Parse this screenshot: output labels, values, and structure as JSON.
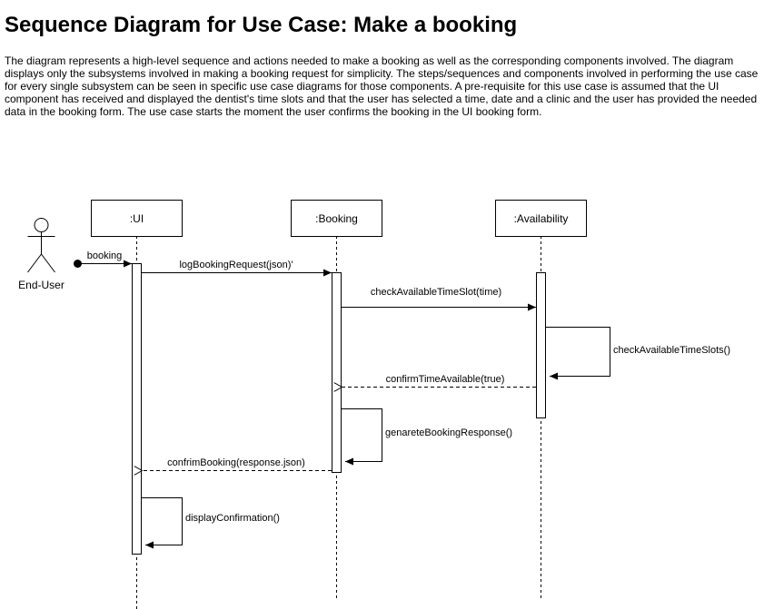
{
  "page": {
    "title": "Sequence Diagram for Use Case: Make a booking",
    "description": "The diagram represents a high-level sequence and actions needed to make a booking as well as the corresponding components involved. The diagram displays only the subsystems involved in making a booking request for simplicity. The steps/sequences and components involved in performing the use case for every single subsystem can be seen in specific use case diagrams for those components. A pre-requisite for this use case is assumed that the UI component has received and displayed the dentist's time slots and that the user has selected a time, date and a clinic and the user has provided the needed data in the booking form. The use case starts the moment the user confirms the booking in the UI booking form."
  },
  "diagram": {
    "actor": {
      "label": "End-User",
      "icon": "stick-figure-icon"
    },
    "lifelines": [
      {
        "label": ":UI"
      },
      {
        "label": ":Booking"
      },
      {
        "label": ":Availability"
      }
    ],
    "messages": [
      {
        "label": "booking",
        "kind": "found"
      },
      {
        "label": "logBookingRequest(json)'",
        "kind": "sync"
      },
      {
        "label": "checkAvailableTimeSlot(time)",
        "kind": "sync"
      },
      {
        "label": "checkAvailableTimeSlots()",
        "kind": "self"
      },
      {
        "label": "confirmTimeAvailable(true)",
        "kind": "return"
      },
      {
        "label": "genareteBookingResponse()",
        "kind": "self"
      },
      {
        "label": "confrimBooking(response.json)",
        "kind": "return"
      },
      {
        "label": "displayConfirmation()",
        "kind": "self"
      }
    ]
  }
}
